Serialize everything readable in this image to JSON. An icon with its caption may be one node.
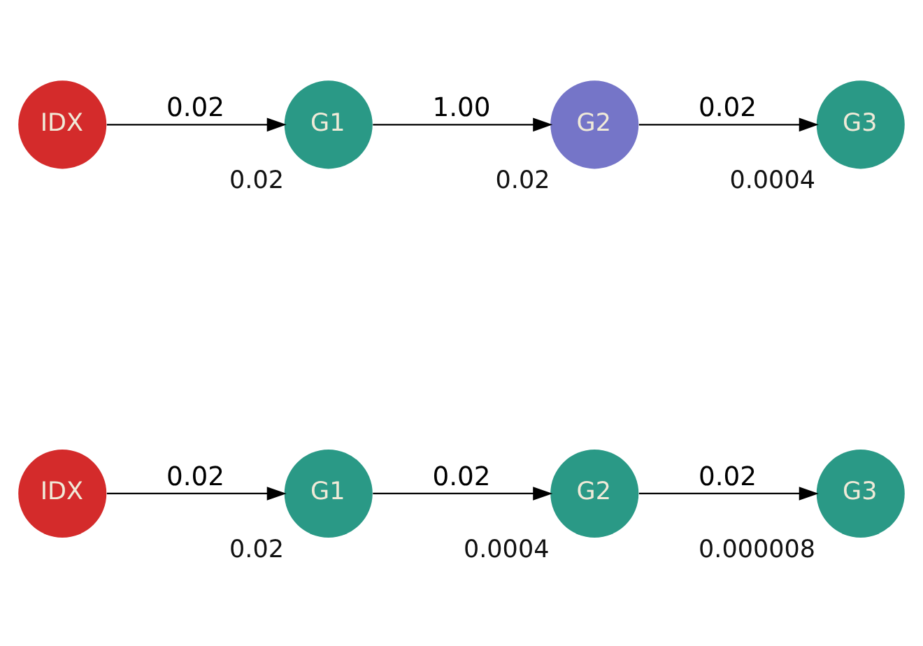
{
  "diagram": {
    "nodes": [
      {
        "text": [
          "IDX"
        ]
      },
      {
        "text": [
          "G1"
        ],
        "beside": [
          "0.02"
        ]
      },
      {
        "text": [
          "G2"
        ],
        "beside": [
          "0.0004"
        ]
      },
      {
        "text": [
          "G3"
        ],
        "beside": [
          "0.000008"
        ]
      },
      {
        "text": [
          "IDX"
        ]
      },
      {
        "text": [
          "G1"
        ],
        "beside": [
          "0.02"
        ]
      },
      {
        "text": [
          "G2"
        ],
        "beside": [
          "0.02"
        ]
      },
      {
        "text": [
          "G3"
        ],
        "beside": [
          "0.0004"
        ]
      }
    ],
    "edges": [
      {
        "from": 0,
        "to": 1,
        "arrow": "to",
        "label": "0.02"
      },
      {
        "from": 1,
        "to": 2,
        "arrow": "to",
        "label": "0.02"
      },
      {
        "from": 2,
        "to": 3,
        "arrow": "to",
        "label": "0.02"
      },
      {
        "from": 4,
        "to": 5,
        "arrow": "to",
        "label": "0.02"
      },
      {
        "from": 5,
        "to": 6,
        "arrow": "to",
        "label": "1.00"
      },
      {
        "from": 6,
        "to": 7,
        "arrow": "to",
        "label": "0.02"
      }
    ]
  }
}
